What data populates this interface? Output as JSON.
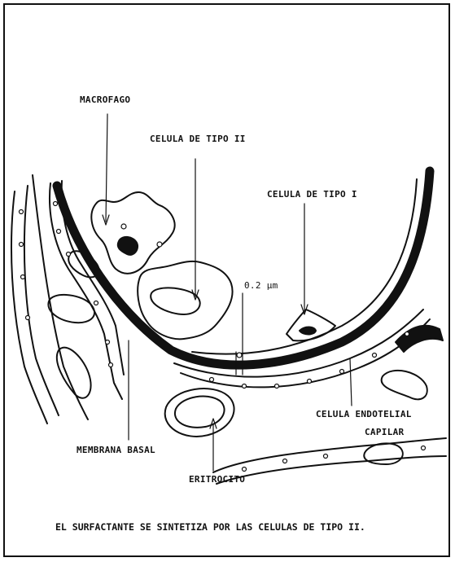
{
  "labels": {
    "macrofago": "MACROFAGO",
    "celula_tipo_ii": "CELULA DE TIPO II",
    "celula_tipo_i": "CELULA DE TIPO I",
    "scale": "0.2 μm",
    "celula_endotelial": "CELULA ENDOTELIAL",
    "capilar": "CAPILAR",
    "membrana_basal": "MEMBRANA BASAL",
    "eritrocito": "ERITROCITO"
  },
  "caption": "EL SURFACTANTE SE SINTETIZA POR LAS CELULAS DE TIPO II."
}
